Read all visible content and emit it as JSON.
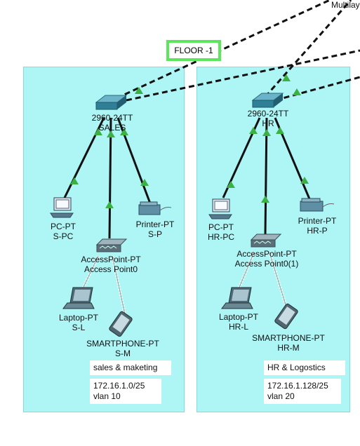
{
  "floor_label": "FLOOR -1",
  "corner_label": "Multilay",
  "sales": {
    "switch": {
      "model": "2960-24TT",
      "name": "SALES"
    },
    "pc": {
      "model": "PC-PT",
      "name": "S-PC"
    },
    "printer": {
      "model": "Printer-PT",
      "name": "S-P"
    },
    "ap": {
      "model": "AccessPoint-PT",
      "name": "Access Point0"
    },
    "laptop": {
      "model": "Laptop-PT",
      "name": "S-L"
    },
    "phone": {
      "model": "SMARTPHONE-PT",
      "name": "S-M"
    },
    "note_title": "sales & maketing",
    "note_net": "172.16.1.0/25",
    "note_vlan": "vlan 10"
  },
  "hr": {
    "switch": {
      "model": "2960-24TT",
      "name": "HR"
    },
    "pc": {
      "model": "PC-PT",
      "name": "HR-PC"
    },
    "printer": {
      "model": "Printer-PT",
      "name": "HR-P"
    },
    "ap": {
      "model": "AccessPoint-PT",
      "name": "Access Point0(1)"
    },
    "laptop": {
      "model": "Laptop-PT",
      "name": "HR-L"
    },
    "phone": {
      "model": "SMARTPHONE-PT",
      "name": "HR-M"
    },
    "note_title": "HR & Logostics",
    "note_net": "172.16.1.128/25",
    "note_vlan": "vlan  20"
  },
  "colors": {
    "zone": "#aef5f5",
    "link": "#111111",
    "status": "#3cb043",
    "floor_border": "#5ce65c"
  }
}
